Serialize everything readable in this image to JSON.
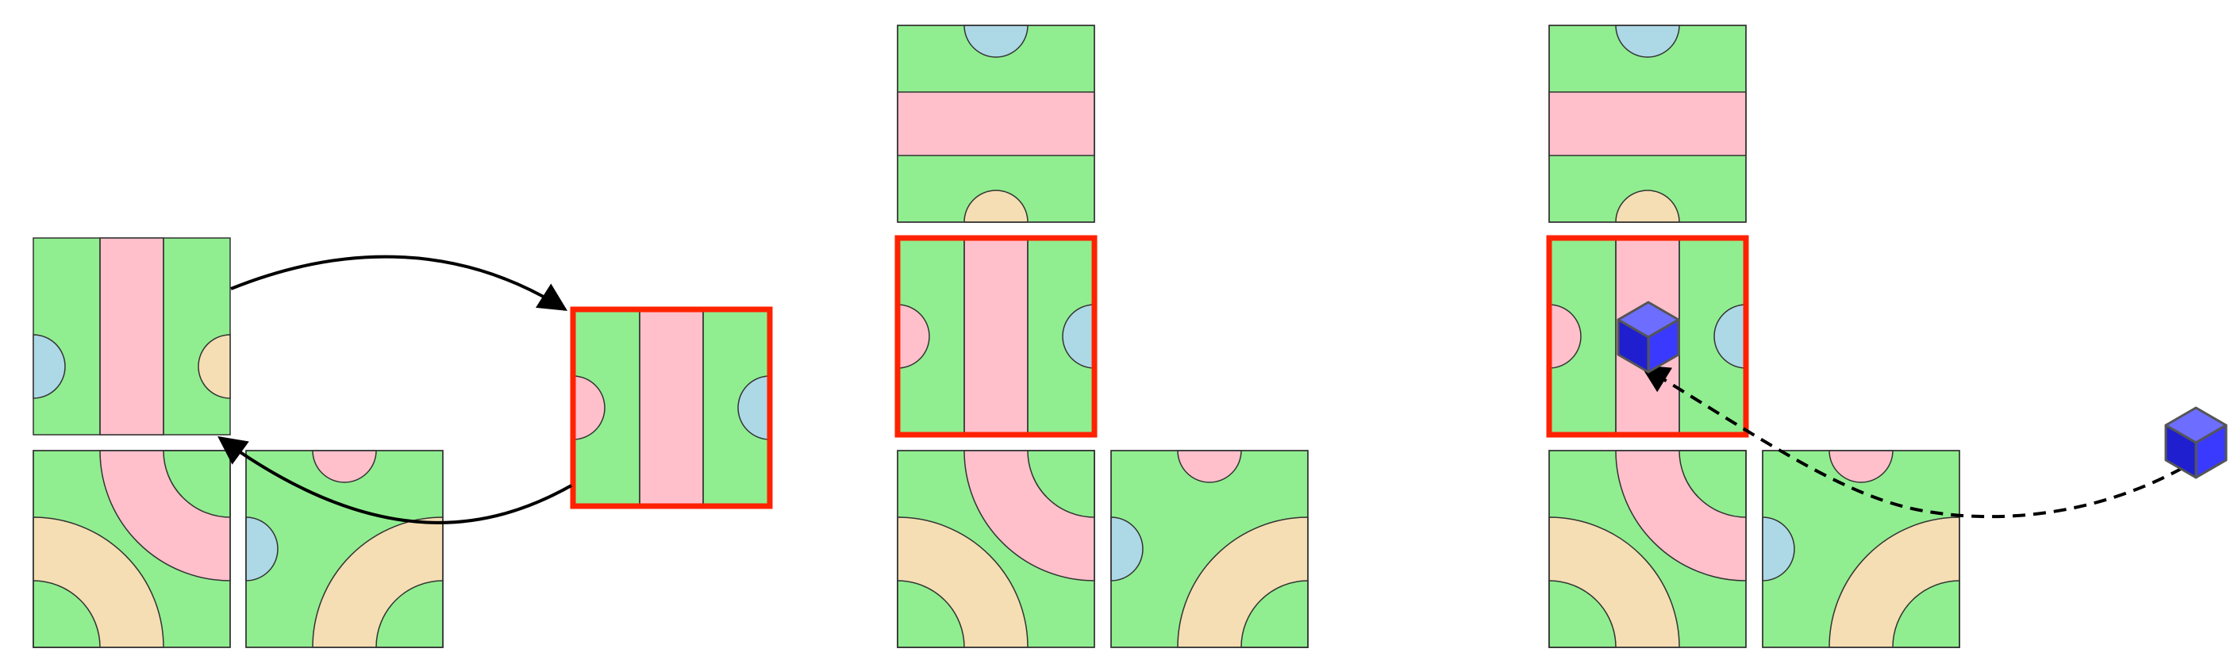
{
  "colors": {
    "green": "#90ee90",
    "pink": "#ffc0cb",
    "blue": "#add8e6",
    "tan": "#f5deb3",
    "highlight": "#ff2200",
    "tile_edge": "#333333",
    "arrow": "#000000",
    "meeple_light": "#6d6dff",
    "meeple_mid": "#3a3aff",
    "meeple_dark": "#1f1fd0",
    "meeple_edge": "#555555"
  },
  "panels": [
    {
      "name": "rotate-step",
      "tiles": [
        "road-straight-blue-tan",
        "road-curve-tan-pink",
        "road-junction-blue-pink",
        "road-straight-pink-blue-rotated"
      ],
      "highlighted": "road-straight-pink-blue-rotated",
      "arrows": [
        "rotate-arrow-forward",
        "rotate-arrow-back"
      ]
    },
    {
      "name": "place-step",
      "tiles": [
        "road-horizontal-blue-tan",
        "road-straight-pink-blue-placed",
        "road-curve-tan-pink",
        "road-junction-blue-pink"
      ],
      "highlighted": "road-straight-pink-blue-placed"
    },
    {
      "name": "meeple-step",
      "tiles": [
        "road-horizontal-blue-tan",
        "road-straight-pink-blue-placed",
        "road-curve-tan-pink",
        "road-junction-blue-pink"
      ],
      "highlighted": "road-straight-pink-blue-placed",
      "meeples": [
        "meeple-placed",
        "meeple-source"
      ],
      "arrows": [
        "meeple-move-arrow"
      ]
    }
  ]
}
